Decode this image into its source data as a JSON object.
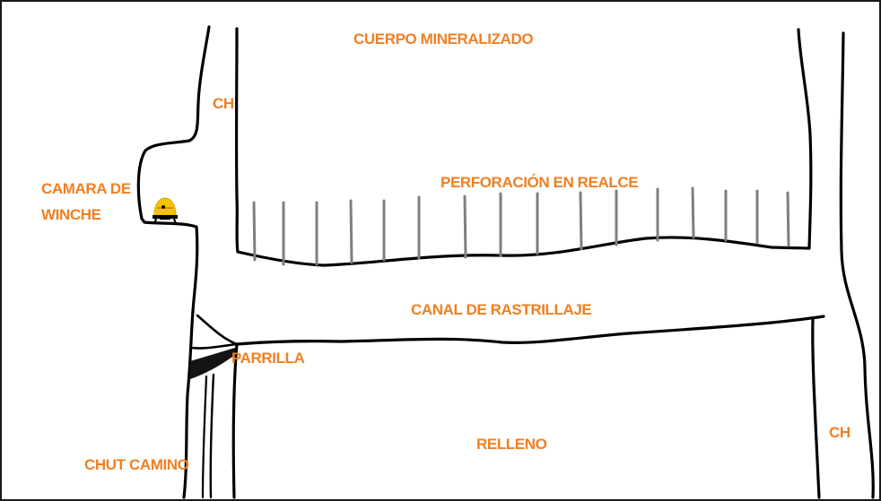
{
  "labels": {
    "cuerpo_mineralizado": "CUERPO MINERALIZADO",
    "ch_top": "CH",
    "camara_line1": "CAMARA DE",
    "camara_line2": "WINCHE",
    "perforacion": "PERFORACIÓN EN REALCE",
    "canal": "CANAL DE RASTRILLAJE",
    "parrilla": "PARRILLA",
    "relleno": "RELLENO",
    "chut_camino": "CHUT CAMINO",
    "ch_right": "CH"
  },
  "drill_hole_count": 17,
  "colors": {
    "label": "#f07f21",
    "line": "#000000",
    "drill": "#7f7f7f",
    "winch": "#f5c400",
    "border": "#1a1a1a",
    "background": "#ffffff"
  },
  "icons": {
    "winch": "winch-icon",
    "grizzly": "grizzly-grate-icon"
  }
}
